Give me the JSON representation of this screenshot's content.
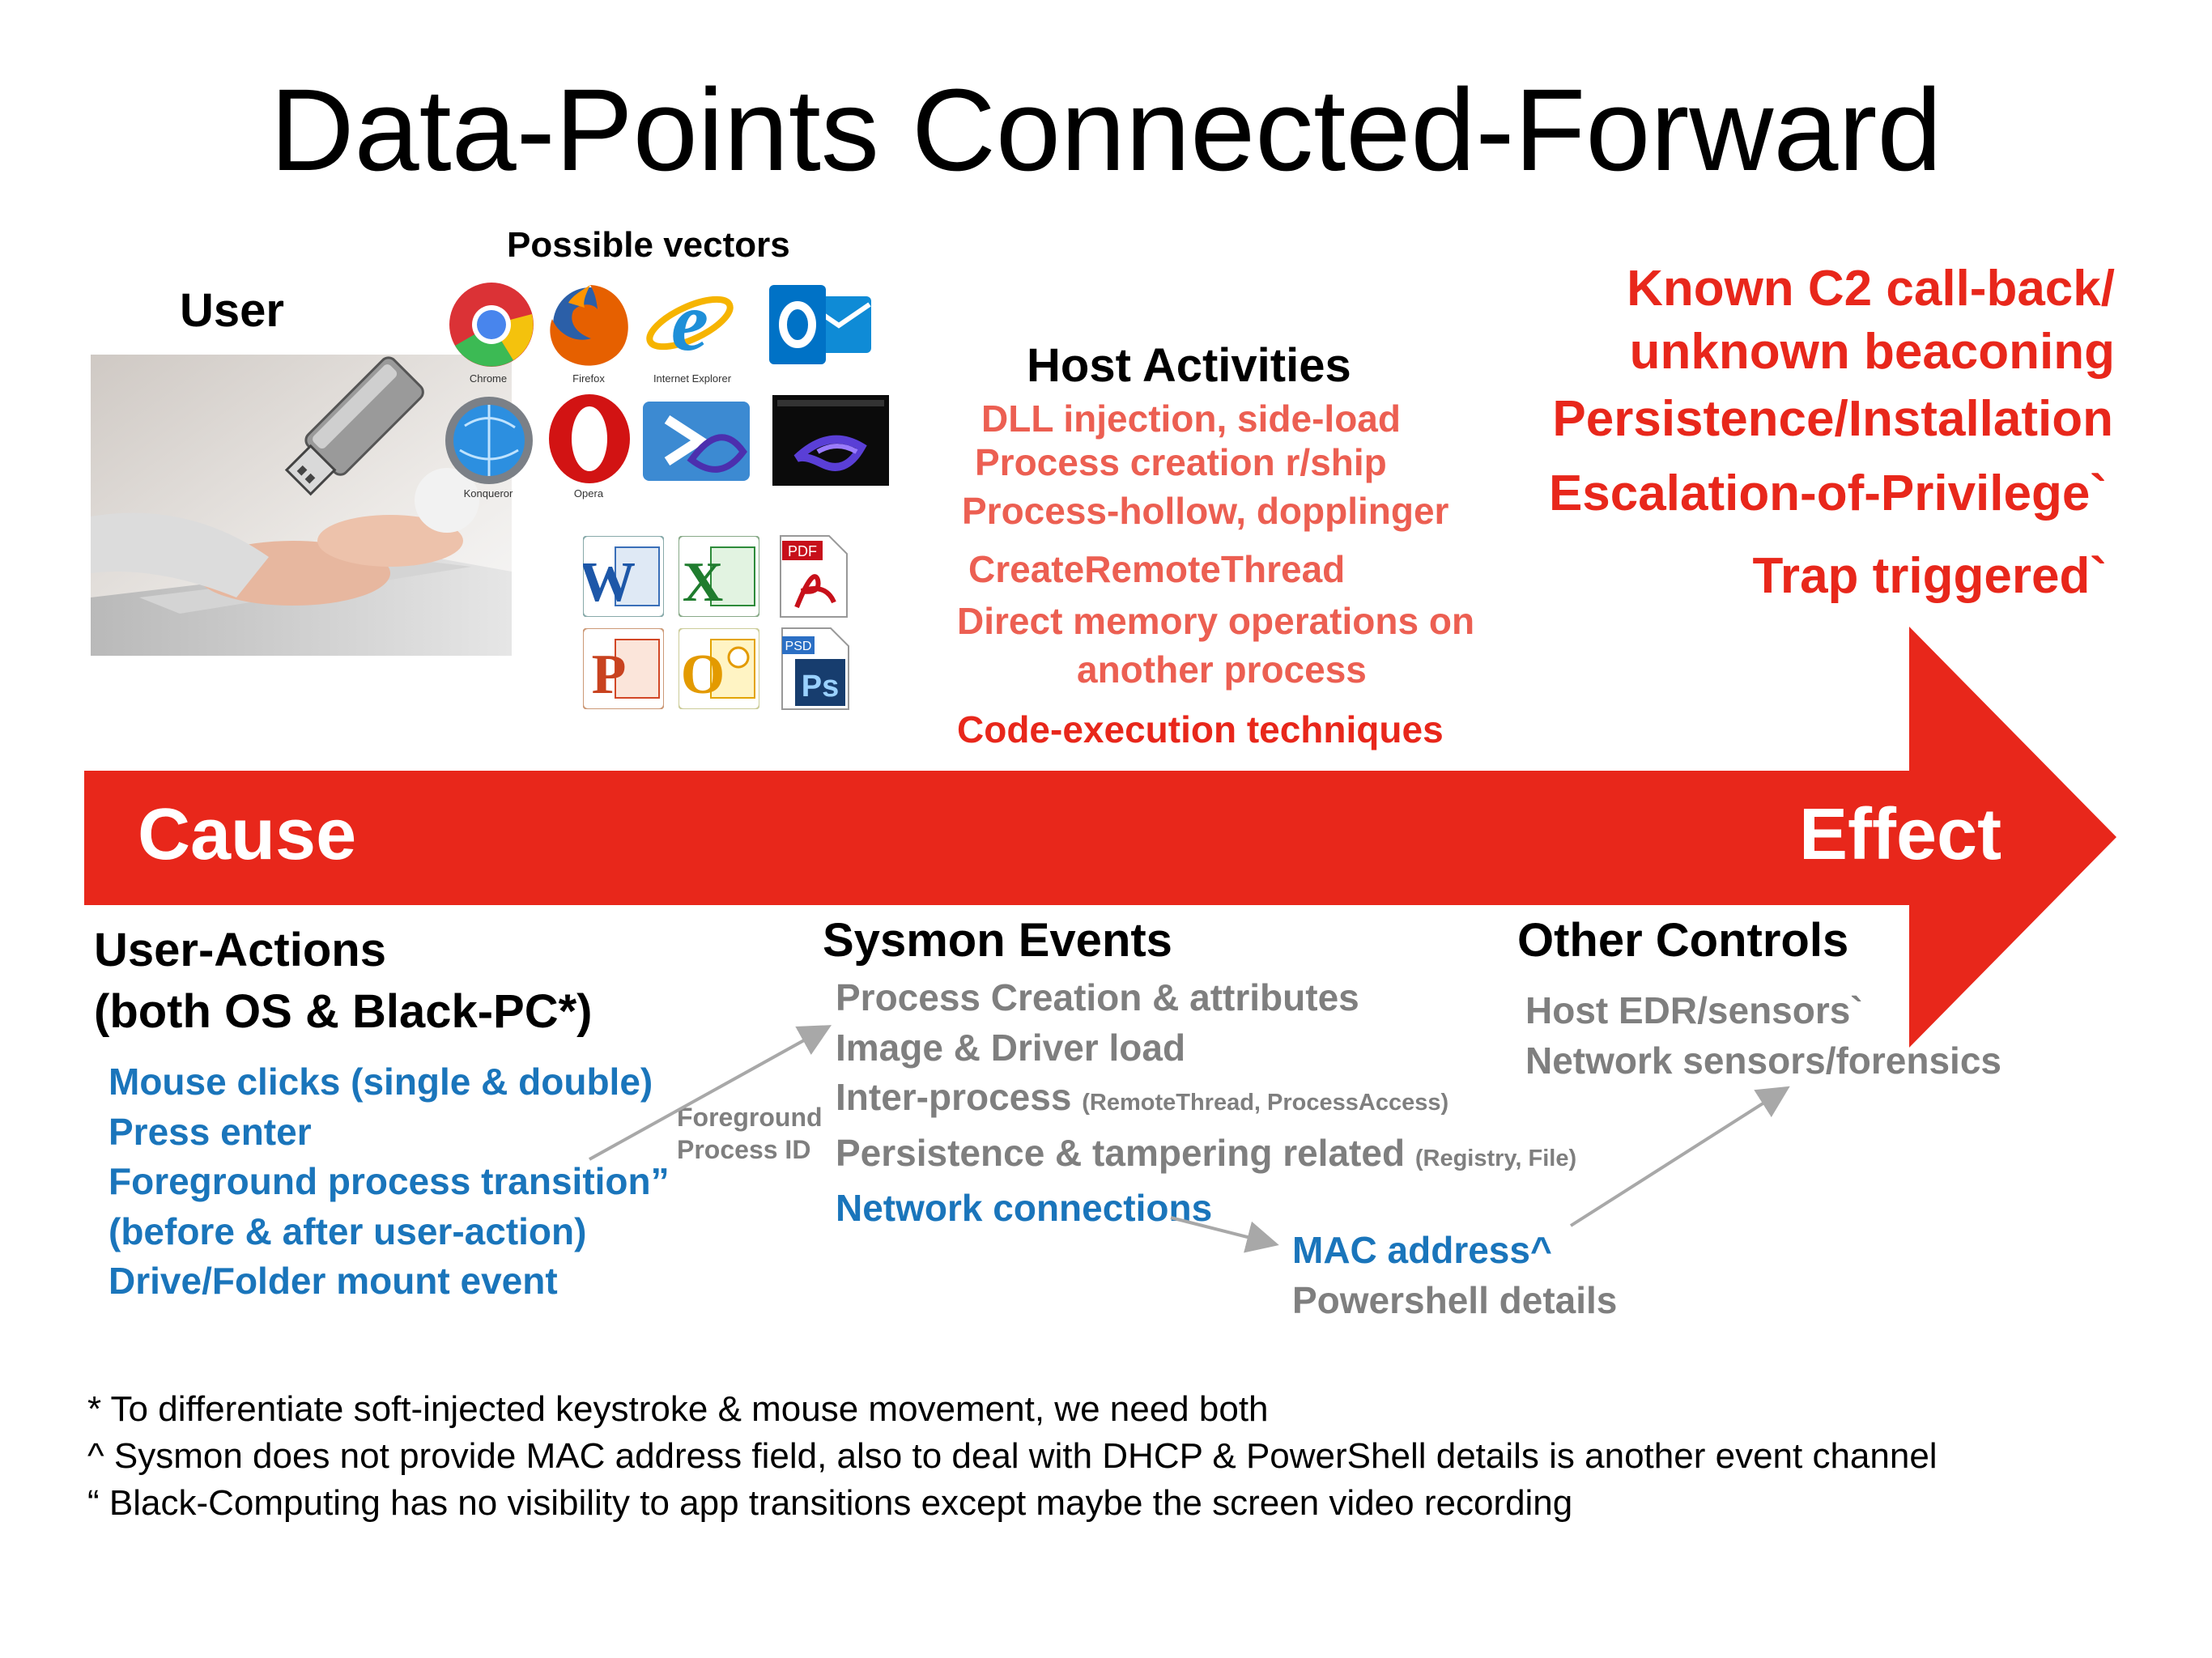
{
  "title": "Data-Points Connected-Forward",
  "top_left": {
    "user_label": "User",
    "vectors_label": "Possible vectors",
    "apps": [
      "Chrome",
      "Firefox",
      "Internet Explorer",
      "Konqueror",
      "Opera"
    ],
    "office_icons": [
      "word-icon",
      "excel-icon",
      "pdf-icon",
      "powerpoint-icon",
      "outlook-icon",
      "photoshop-icon"
    ],
    "pdf_text": "PDF",
    "psd_text": "PSD"
  },
  "host": {
    "heading": "Host Activities",
    "items": [
      "DLL injection, side-load",
      "Process creation r/ship",
      "Process-hollow, dopplinger",
      "CreateRemoteThread",
      "Direct memory operations on",
      "another process"
    ],
    "code_exec": "Code-execution techniques"
  },
  "effects": {
    "items": [
      "Known C2 call-back/",
      "unknown beaconing",
      "Persistence/Installation",
      "Escalation-of-Privilege`",
      "Trap triggered`"
    ]
  },
  "arrow": {
    "cause": "Cause",
    "effect": "Effect",
    "color": "#e8271b"
  },
  "user_actions": {
    "heading": [
      "User-Actions",
      "(both OS & Black-PC*)"
    ],
    "items": [
      "Mouse clicks (single & double)",
      "Press enter",
      "Foreground process transition”",
      "(before & after user-action)",
      "Drive/Folder mount event"
    ]
  },
  "fg_label": [
    "Foreground",
    "Process ID"
  ],
  "sysmon": {
    "heading": "Sysmon Events",
    "items": [
      {
        "main": "Process Creation & attributes",
        "sub": ""
      },
      {
        "main": "Image & Driver load",
        "sub": ""
      },
      {
        "main": "Inter-process",
        "sub": "(RemoteThread, ProcessAccess)"
      },
      {
        "main": "Persistence & tampering related",
        "sub": "(Registry, File)"
      }
    ],
    "network": "Network connections"
  },
  "other": {
    "heading": "Other Controls",
    "items": [
      "Host EDR/sensors`",
      "Network sensors/forensics"
    ]
  },
  "mac": {
    "mac": "MAC address^",
    "powershell": "Powershell details"
  },
  "footnotes": [
    "* To differentiate soft-injected keystroke & mouse movement, we need both",
    "^ Sysmon does not provide MAC address field, also to deal with DHCP & PowerShell details is another event channel",
    "“ Black-Computing has no visibility to app transitions except maybe the screen video recording"
  ]
}
